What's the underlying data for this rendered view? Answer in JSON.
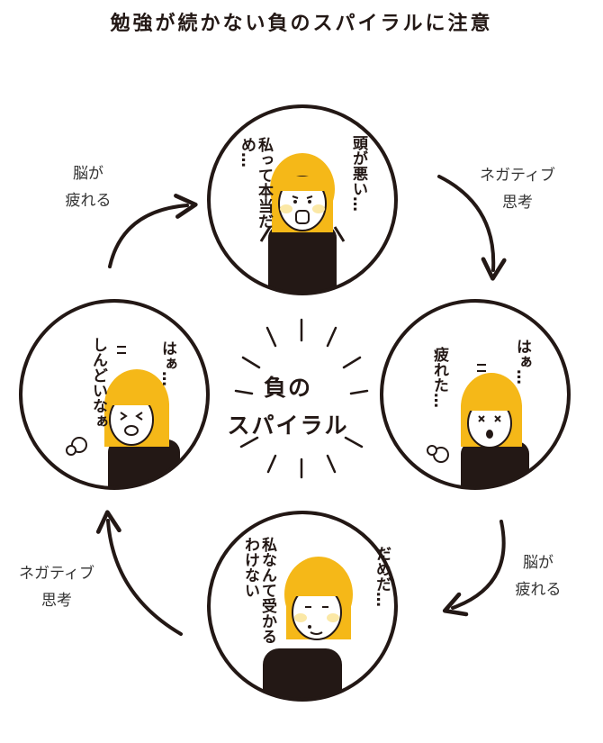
{
  "title": "勉強が続かない負のスパイラルに注意",
  "center": {
    "line1": "負の",
    "line2": "スパイラル"
  },
  "cycle_labels": {
    "top_left": {
      "line1": "脳が",
      "line2": "疲れる"
    },
    "top_right": {
      "line1": "ネガティブ",
      "line2": "思考"
    },
    "bottom_right": {
      "line1": "脳が",
      "line2": "疲れる"
    },
    "bottom_left": {
      "line1": "ネガティブ",
      "line2": "思考"
    }
  },
  "panels": {
    "top": {
      "speech_right": "頭が悪い…",
      "speech_left": "私って本当だめ…"
    },
    "right": {
      "speech_right": "はぁ…",
      "speech_left": "疲れた…"
    },
    "bottom": {
      "speech_right": "だめだ…",
      "speech_left": "私なんて受かるわけない"
    },
    "left": {
      "speech_right": "はぁ…",
      "speech_left": "しんどいなぁ"
    }
  },
  "colors": {
    "hair": "#F5B818",
    "ink": "#231815",
    "cheek": "#FBE8A6"
  }
}
